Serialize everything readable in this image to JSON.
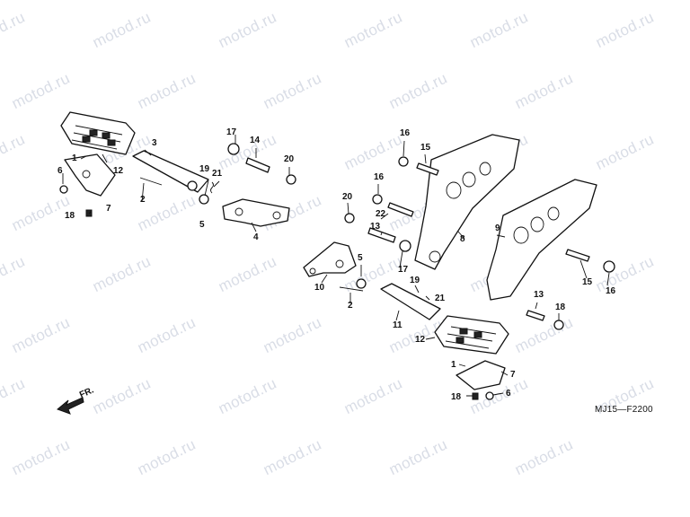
{
  "watermark_text": "motod.ru",
  "diagram_code": "MJ15—F2200",
  "direction_label": "FR.",
  "callouts": [
    "1",
    "12",
    "6",
    "7",
    "18",
    "3",
    "2",
    "19",
    "21",
    "5",
    "17",
    "14",
    "20",
    "4",
    "16",
    "15",
    "16",
    "22",
    "13",
    "8",
    "20",
    "17",
    "9",
    "5",
    "10",
    "2",
    "19",
    "21",
    "11",
    "12",
    "13",
    "18",
    "15",
    "16",
    "1",
    "7",
    "18",
    "6"
  ]
}
